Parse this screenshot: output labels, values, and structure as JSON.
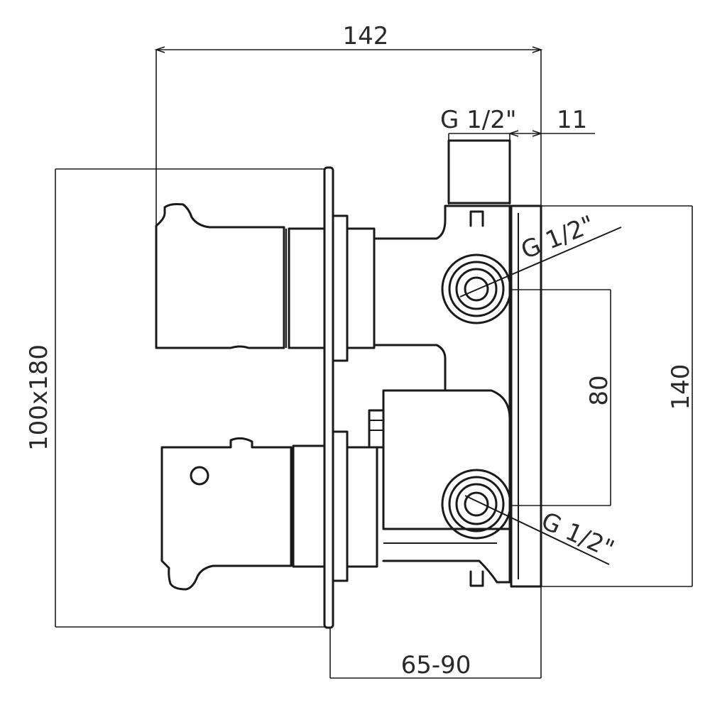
{
  "dimensions": {
    "overall_depth": "142",
    "top_thread": "G 1/2\"",
    "top_offset": "11",
    "plate_size": "100x180",
    "outlet_spacing": "80",
    "body_height": "140",
    "upper_outlet_thread": "G 1/2\"",
    "lower_outlet_thread": "G 1/2\"",
    "wall_depth_range": "65-90"
  },
  "colors": {
    "line": "#1a1a1a",
    "text": "#2a2a2a",
    "background": "#ffffff"
  }
}
